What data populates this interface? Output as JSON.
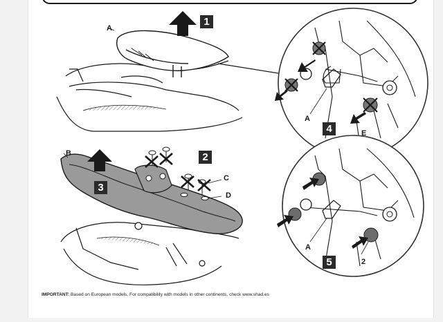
{
  "steps": {
    "s1": "1",
    "s2": "2",
    "s3": "3",
    "s4": "4",
    "s5": "5"
  },
  "callouts": {
    "seat_part": "A",
    "rack_part": "B",
    "screw": "C",
    "washer": "D",
    "bolt_detail": "E",
    "bracket_detail_4": "A",
    "bracket_detail_5": "A",
    "plug_detail_5": "2"
  },
  "note": {
    "label": "IMPORTANT:",
    "text": " Based on European models, For compatibility with models in other continents, check www.shad.es"
  },
  "colors": {
    "line": "#1a1a1a",
    "rack_fill": "#9a9a9a",
    "step_box": "#2b2b2b",
    "detail_border": "#333333"
  }
}
